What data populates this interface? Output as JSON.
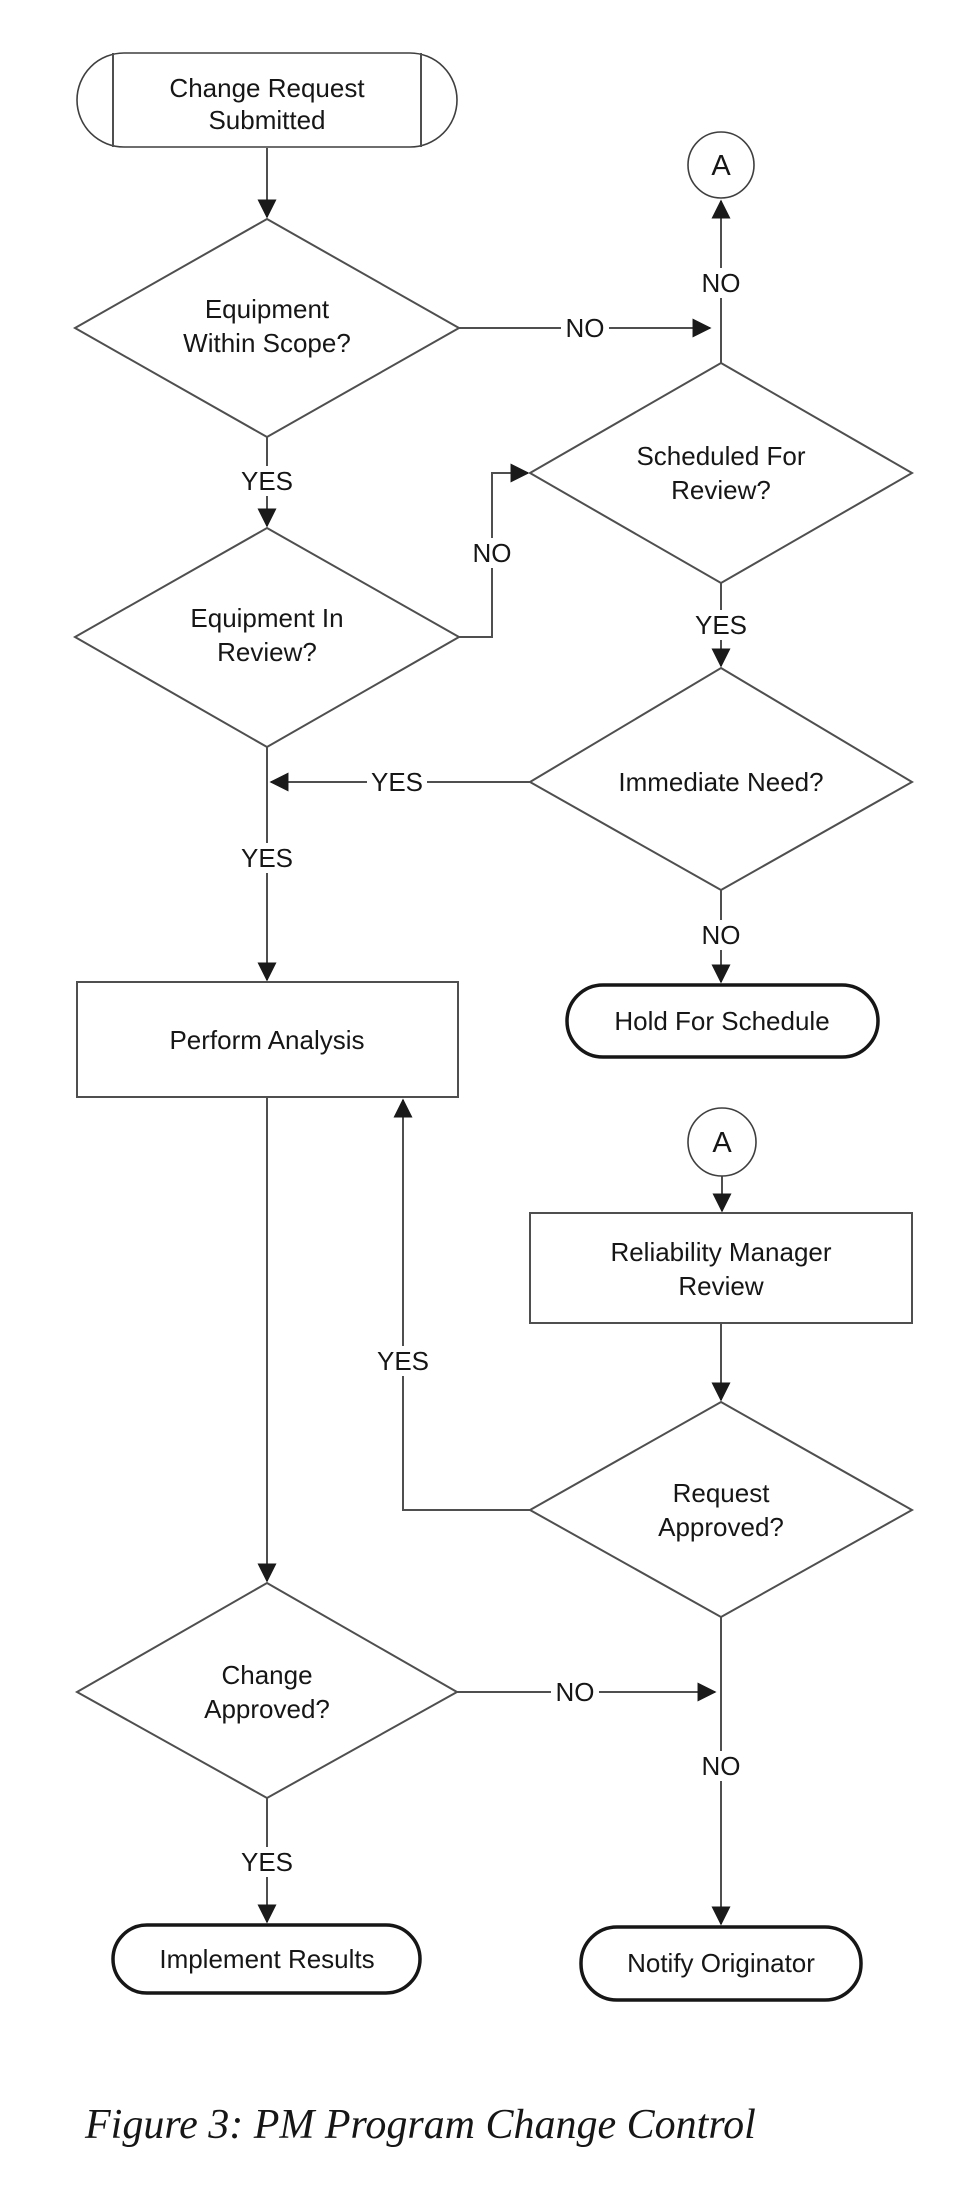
{
  "flow": {
    "caption": "Figure 3: PM Program Change Control",
    "nodes": {
      "start": {
        "line1": "Change Request",
        "line2": "Submitted"
      },
      "scope": {
        "line1": "Equipment",
        "line2": "Within Scope?"
      },
      "in_review": {
        "line1": "Equipment In",
        "line2": "Review?"
      },
      "scheduled": {
        "line1": "Scheduled For",
        "line2": "Review?"
      },
      "immediate": {
        "line1": "Immediate Need?"
      },
      "perform": {
        "line1": "Perform Analysis"
      },
      "hold": {
        "line1": "Hold For Schedule"
      },
      "rmr": {
        "line1": "Reliability Manager",
        "line2": "Review"
      },
      "request_approved": {
        "line1": "Request",
        "line2": "Approved?"
      },
      "change_approved": {
        "line1": "Change",
        "line2": "Approved?"
      },
      "implement": {
        "line1": "Implement Results"
      },
      "notify": {
        "line1": "Notify Originator"
      },
      "connector_top": {
        "label": "A"
      },
      "connector_bottom": {
        "label": "A"
      }
    },
    "edge_labels": {
      "scope_no": "NO",
      "scheduled_no": "NO",
      "in_review_no": "NO",
      "scope_yes": "YES",
      "scheduled_yes": "YES",
      "immediate_yes": "YES",
      "in_review_yes": "YES",
      "immediate_no": "NO",
      "request_yes": "YES",
      "change_no": "NO",
      "request_no": "NO",
      "change_yes": "YES"
    },
    "colors": {
      "line": "#4f4f4f",
      "shape_border": "#4f4f4f",
      "terminator_border": "#161616",
      "text": "#161616",
      "background": "#ffffff"
    }
  }
}
